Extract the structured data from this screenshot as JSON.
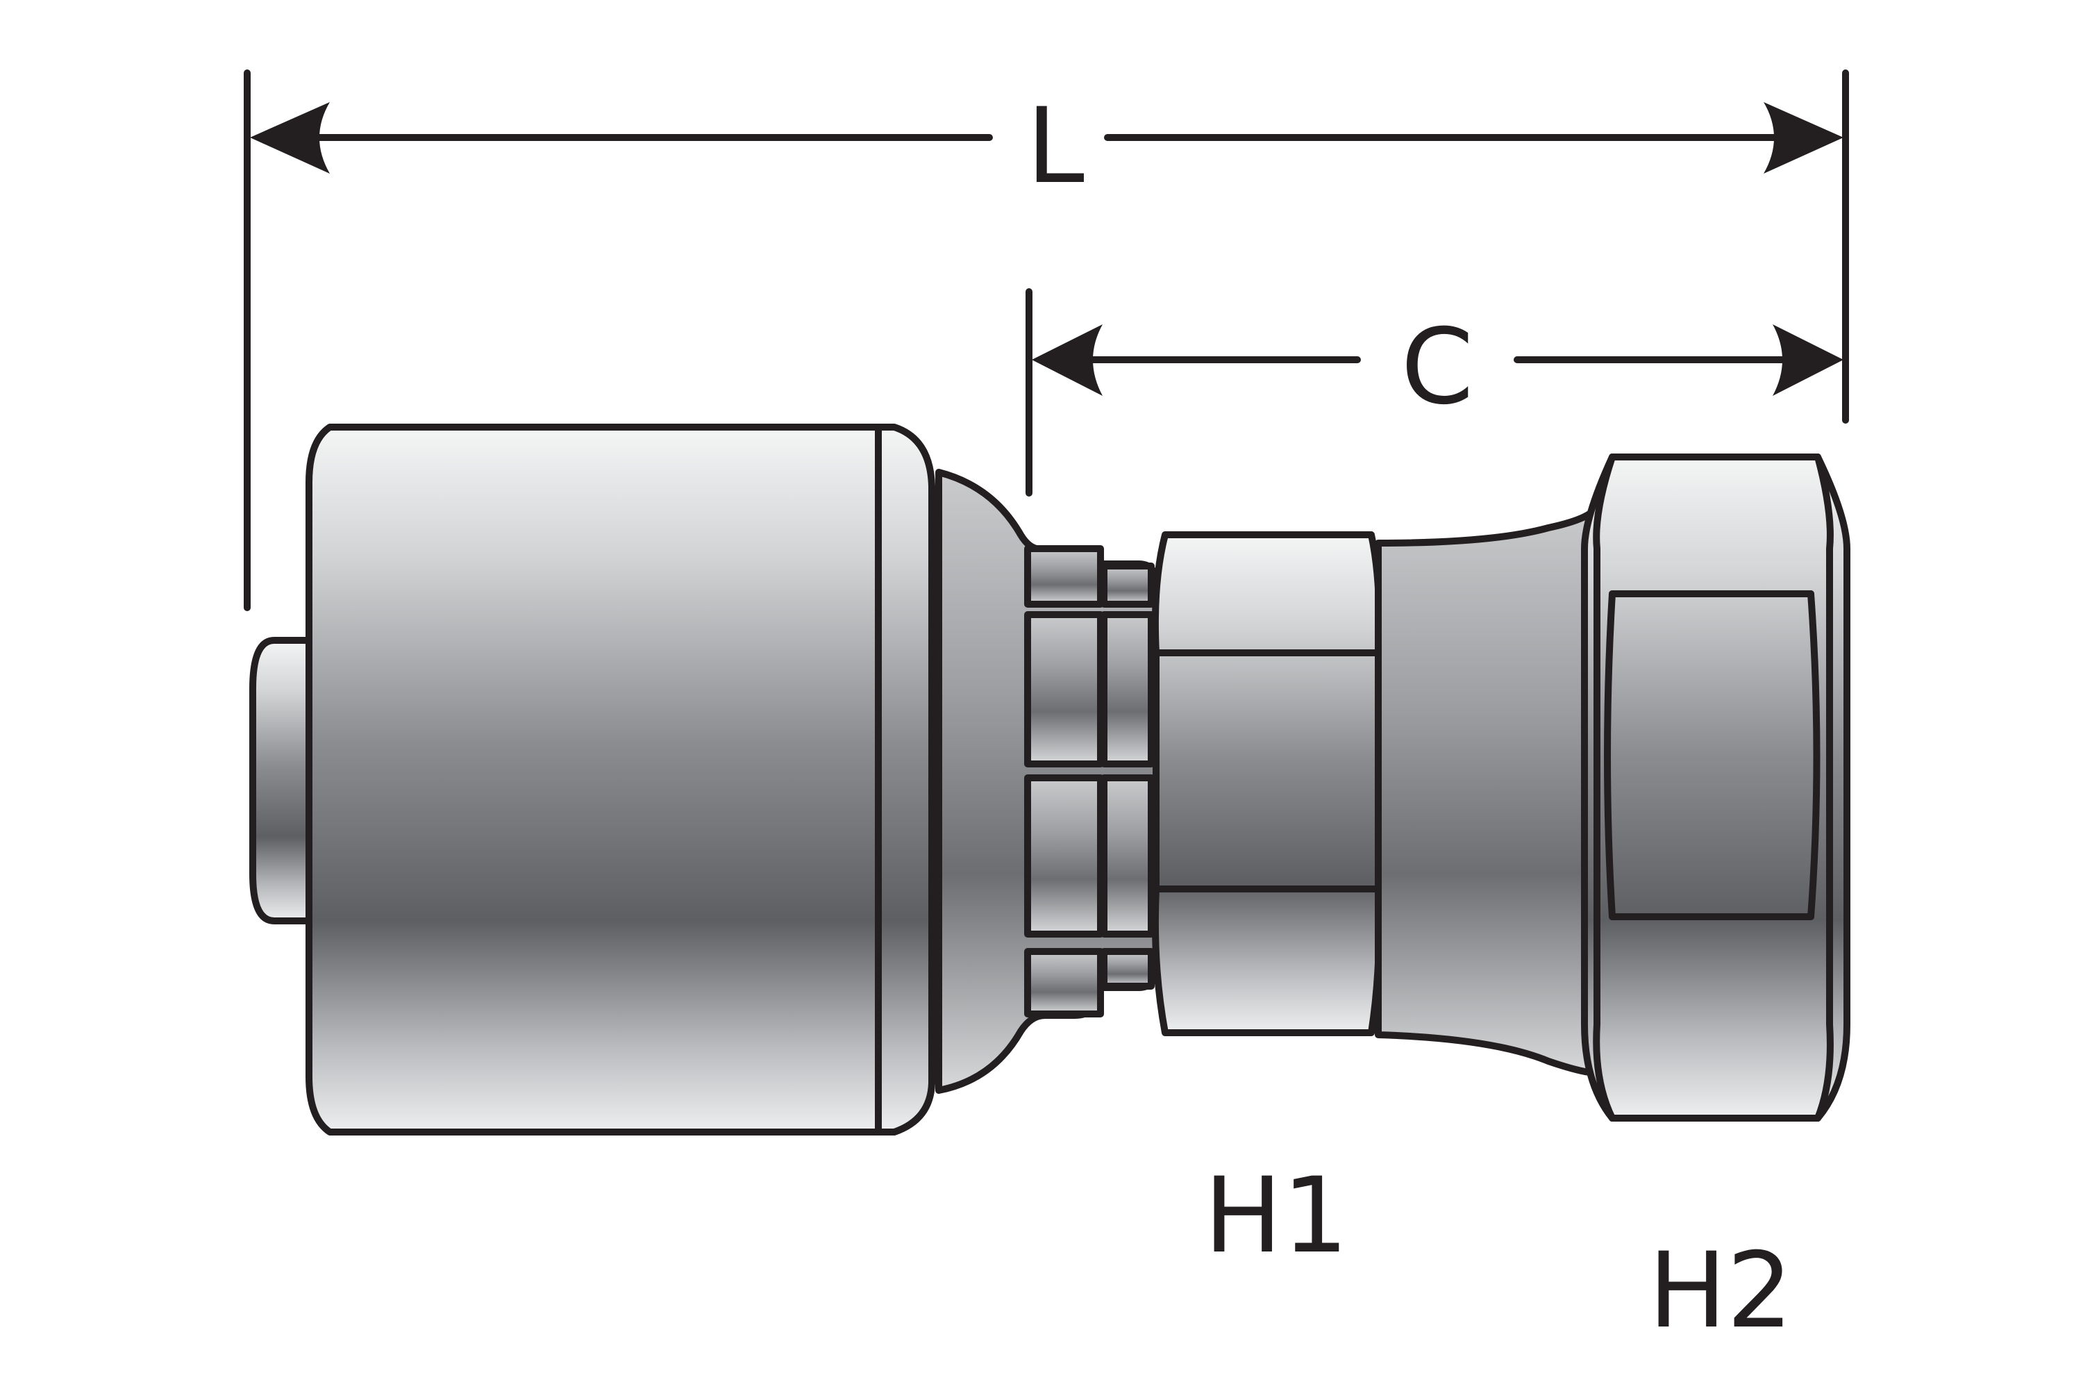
{
  "diagram": {
    "labels": {
      "overall_length": "L",
      "cut_off_length": "C",
      "hex_1": "H1",
      "hex_2": "H2"
    }
  }
}
